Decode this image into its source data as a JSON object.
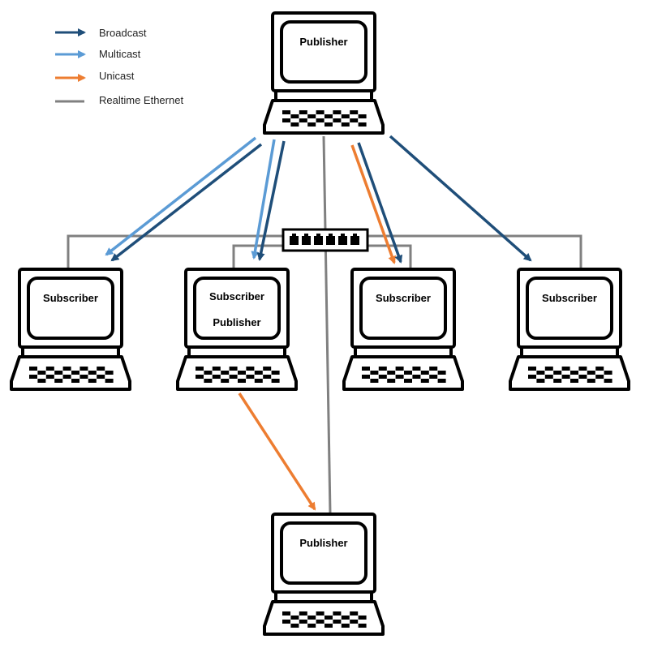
{
  "colors": {
    "broadcast": "#1F4E79",
    "multicast": "#5B9BD5",
    "unicast": "#ED7D31",
    "ethernet": "#808080"
  },
  "legend": {
    "broadcast": "Broadcast",
    "multicast": "Multicast",
    "unicast": "Unicast",
    "ethernet": "Realtime Ethernet"
  },
  "nodes": {
    "top": {
      "lines": [
        "Publisher"
      ]
    },
    "sub1": {
      "lines": [
        "Subscriber"
      ]
    },
    "sub2": {
      "lines": [
        "Subscriber",
        "Publisher"
      ]
    },
    "sub3": {
      "lines": [
        "Subscriber"
      ]
    },
    "sub4": {
      "lines": [
        "Subscriber"
      ]
    },
    "bottom": {
      "lines": [
        "Publisher"
      ]
    }
  }
}
